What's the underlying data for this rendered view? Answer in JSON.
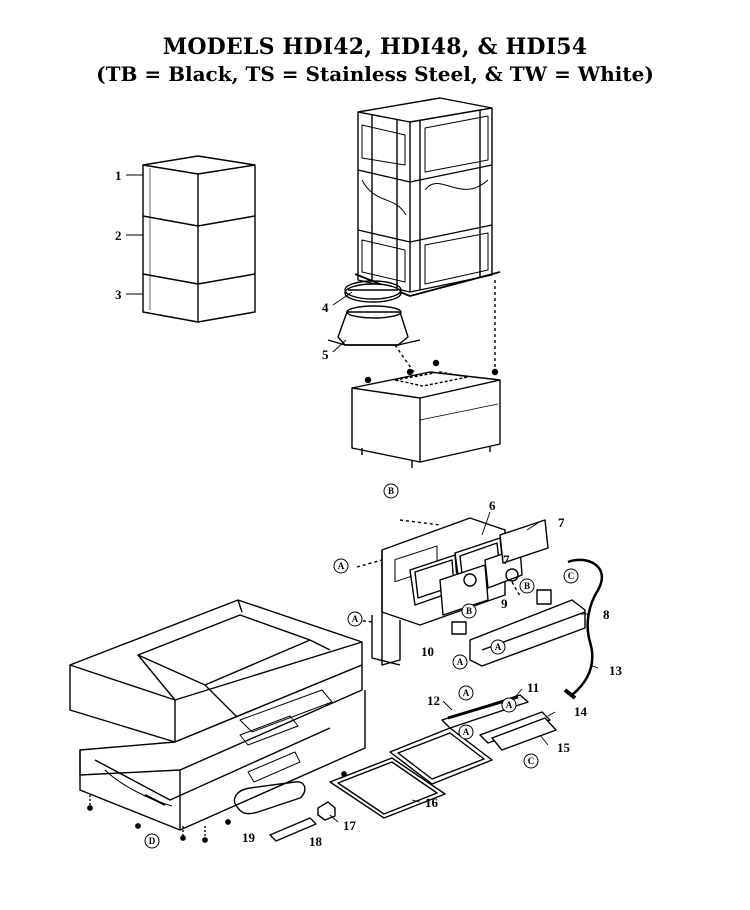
{
  "title": {
    "line1": "MODELS HDI42, HDI48, & HDI54",
    "line2": "(TB = Black, TS = Stainless Steel, & TW = White)"
  },
  "part_numbers": {
    "p1": "1",
    "p2": "2",
    "p3": "3",
    "p4": "4",
    "p5": "5",
    "p6": "6",
    "p7a": "7",
    "p7b": "7",
    "p8": "8",
    "p9": "9",
    "p10": "10",
    "p11": "11",
    "p12": "12",
    "p13": "13",
    "p14": "14",
    "p15": "15",
    "p16": "16",
    "p17": "17",
    "p18": "18",
    "p19": "19"
  },
  "callouts": {
    "A": "A",
    "B": "B",
    "C": "C",
    "D": "D"
  }
}
